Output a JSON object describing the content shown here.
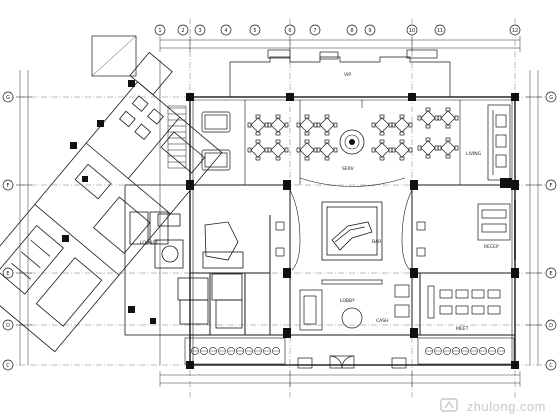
{
  "grid_labels": {
    "top": [
      "1",
      "2",
      "3",
      "4",
      "5",
      "6",
      "7",
      "8",
      "9",
      "10",
      "11",
      "12"
    ],
    "left": [
      "G",
      "F",
      "E",
      "D",
      "C"
    ],
    "right": [
      "G",
      "F",
      "E",
      "D",
      "C"
    ]
  },
  "room_labels": {
    "upper_room": "VIP",
    "lounge": "LIVING",
    "sub_lounge": "LOUNGE",
    "center_hall": "BAR",
    "service": "SERV",
    "lobby": "LOBBY",
    "reception": "RECEP",
    "cashier": "CASH",
    "conference": "MEET"
  },
  "watermark": "zhulong.com",
  "colors": {
    "line": "#1a1a1a",
    "light": "#7a7a7a",
    "fill_dark": "#111111"
  }
}
